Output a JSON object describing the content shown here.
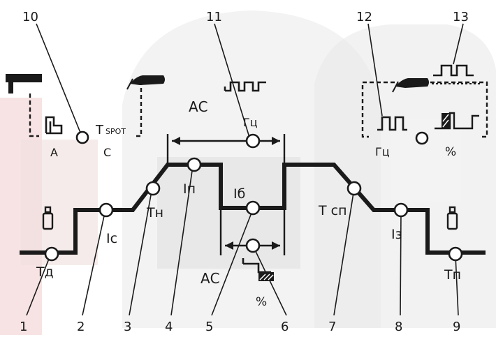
{
  "diagram": {
    "points": [
      {
        "num": "1",
        "label": "Тд"
      },
      {
        "num": "2",
        "label": "Ic"
      },
      {
        "num": "3",
        "label": "Тн"
      },
      {
        "num": "4",
        "label": "Iп"
      },
      {
        "num": "5",
        "label": "Iб"
      },
      {
        "num": "6",
        "label": "%"
      },
      {
        "num": "7",
        "label": "Т сп"
      },
      {
        "num": "8",
        "label": "Iз"
      },
      {
        "num": "9",
        "label": "Тп"
      },
      {
        "num": "10",
        "label": ""
      },
      {
        "num": "11",
        "label": "Гц"
      },
      {
        "num": "12",
        "label": "Гц"
      },
      {
        "num": "13",
        "label": "%"
      }
    ],
    "ac_top": "АС",
    "ac_bottom": "АС",
    "spot_a": "А",
    "spot_c": "С",
    "spot_t": "T",
    "spot_t_sub": "SPOT",
    "colors": {
      "line": "#1a1a1a",
      "watermark": "#e4e4e4",
      "watermark_red": "#f6dede"
    }
  }
}
